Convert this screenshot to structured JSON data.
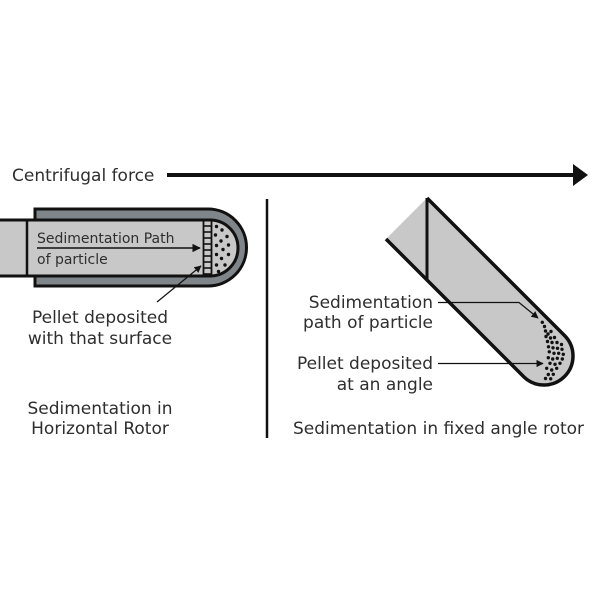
{
  "diagram": {
    "force_label": "Centrifugal force",
    "left_panel": {
      "tube_label_line1": "Sedimentation Path",
      "tube_label_line2": "of particle",
      "pellet_label_line1": "Pellet deposited",
      "pellet_label_line2": "with that surface",
      "caption_line1": "Sedimentation in",
      "caption_line2": "Horizontal Rotor"
    },
    "right_panel": {
      "path_label_line1": "Sedimentation",
      "path_label_line2": "path of particle",
      "pellet_label_line1": "Pellet deposited",
      "pellet_label_line2": "at an angle",
      "caption": "Sedimentation in fixed angle rotor"
    },
    "colors": {
      "text": "#2e2e2e",
      "tube_fill": "#c8c8c8",
      "bucket_fill": "#80858a",
      "outline": "#111111",
      "particle": "#111111"
    }
  }
}
